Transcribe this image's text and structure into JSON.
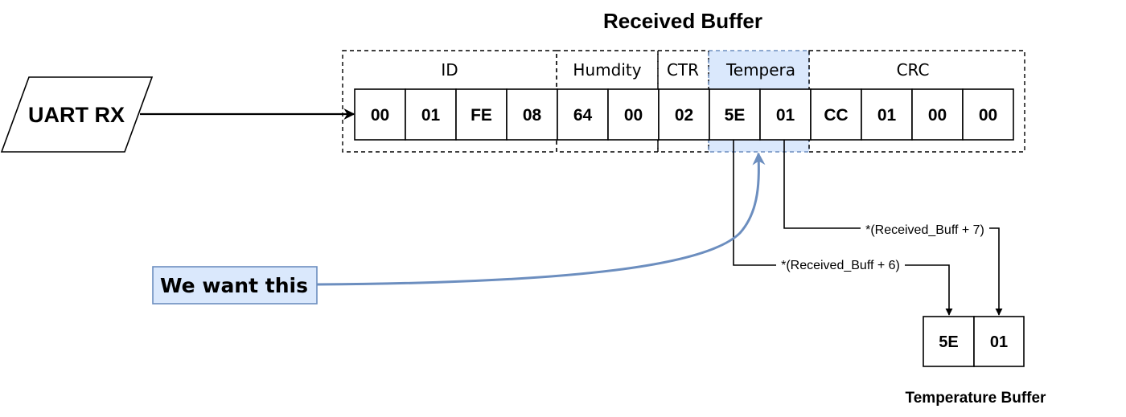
{
  "title": "Received Buffer",
  "source": {
    "label": "UART RX"
  },
  "fields": [
    {
      "name": "ID",
      "highlight": false
    },
    {
      "name": "Humdity",
      "highlight": false
    },
    {
      "name": "CTR",
      "highlight": false
    },
    {
      "name": "Tempera",
      "highlight": true
    },
    {
      "name": "CRC",
      "highlight": false
    }
  ],
  "received_bytes": [
    "00",
    "01",
    "FE",
    "08",
    "64",
    "00",
    "02",
    "5E",
    "01",
    "CC",
    "01",
    "00",
    "00"
  ],
  "pointer_labels": {
    "byte6": "*(Received_Buff + 6)",
    "byte7": "*(Received_Buff + 7)"
  },
  "callout": {
    "text": "We want this"
  },
  "temperature_buffer": {
    "bytes": [
      "5E",
      "01"
    ],
    "caption": "Temperature Buffer"
  },
  "colors": {
    "highlight_fill": "#dae8fc",
    "highlight_stroke": "#6c8ebf",
    "line": "#000000"
  }
}
